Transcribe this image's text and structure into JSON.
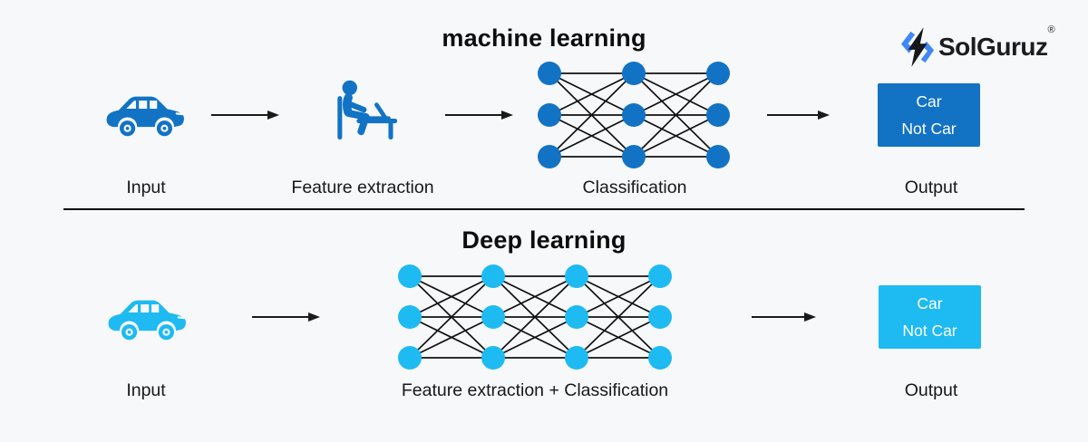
{
  "colors": {
    "background": "#F7F8FA",
    "ml_blue": "#1273C5",
    "dl_cyan": "#1EBAF2",
    "arrow": "#1A1A1A",
    "network_line": "#111111",
    "label_text": "#17181A",
    "title_text": "#0D0D0D",
    "output_text": "#FFFFFF",
    "logo_text": "#1B1C20",
    "logo_blue": "#4187F5",
    "logo_black": "#17181C"
  },
  "brand": {
    "name": "SolGuruz",
    "registered": "®",
    "logo_icon": "solguruz-bolt-icon"
  },
  "sections": {
    "ml": {
      "title": "machine learning",
      "input_label": "Input",
      "feature_label": "Feature extraction",
      "classification_label": "Classification",
      "output_label": "Output",
      "icons": {
        "input": "car-icon",
        "feature": "person-at-desk-icon"
      },
      "output_box": {
        "line1": "Car",
        "line2": "Not Car",
        "bg": "#1273C5"
      },
      "network": {
        "type": "neural-network",
        "layers": [
          3,
          3,
          3
        ],
        "node_color": "#1273C5",
        "line_color": "#111111",
        "node_radius": 13
      }
    },
    "dl": {
      "title": "Deep learning",
      "input_label": "Input",
      "feature_classification_label": "Feature extraction + Classification",
      "output_label": "Output",
      "icons": {
        "input": "car-icon"
      },
      "output_box": {
        "line1": "Car",
        "line2": "Not Car",
        "bg": "#1EBAF2"
      },
      "network": {
        "type": "neural-network",
        "layers": [
          3,
          3,
          3,
          3
        ],
        "node_color": "#1EBAF2",
        "line_color": "#111111",
        "node_radius": 13
      }
    }
  }
}
